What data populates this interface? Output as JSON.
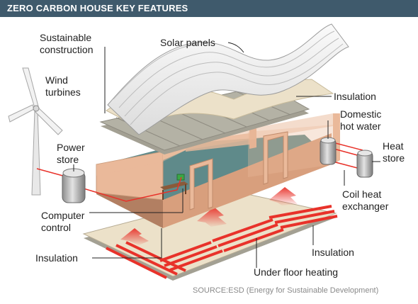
{
  "header": {
    "title": "ZERO CARBON HOUSE KEY FEATURES"
  },
  "labels": {
    "sustainable_construction": [
      "Sustainable",
      "construction"
    ],
    "solar_panels": "Solar panels",
    "wind_turbines": [
      "Wind",
      "turbines"
    ],
    "insulation_top": "Insulation",
    "domestic_hot_water": [
      "Domestic",
      "hot water"
    ],
    "power_store": [
      "Power",
      "store"
    ],
    "heat_store": [
      "Heat",
      "store"
    ],
    "coil_heat_exchanger": [
      "Coil heat",
      "exchanger"
    ],
    "computer_control": [
      "Computer",
      "control"
    ],
    "insulation_left": "Insulation",
    "insulation_bottom": "Insulation",
    "under_floor_heating": "Under floor heating"
  },
  "footer": {
    "source": "SOURCE:ESD (Energy for Sustainable Development)"
  },
  "colors": {
    "title_bar": "#3f5a6c",
    "wall": "#eab99a",
    "floor": "#5f8a8a",
    "heating": "#e8322a",
    "insulation": "#ece1c9",
    "roof_slab": "#a3a093"
  }
}
